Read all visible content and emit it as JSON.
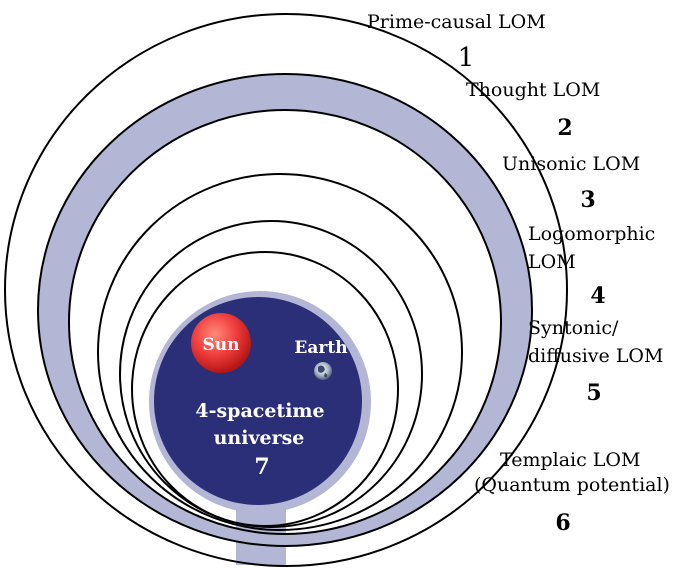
{
  "colors": {
    "background": "#ffffff",
    "band": "#b4b6d6",
    "universe": "#2b2f78",
    "sun_core": "#f25050",
    "sun_edge": "#c81818",
    "ring_stroke": "#000000",
    "text_on_dark": "#ffffff"
  },
  "levels": [
    {
      "name": "Prime-causal LOM",
      "number": "1"
    },
    {
      "name": "Thought LOM",
      "number": "2"
    },
    {
      "name": "Unisonic LOM",
      "number": "3"
    },
    {
      "name": "Logomorphic",
      "name2": "LOM",
      "number": "4"
    },
    {
      "name": "Syntonic/",
      "name2": "diffusive LOM",
      "number": "5"
    },
    {
      "name": "Templaic LOM",
      "name2": "(Quantum potential)",
      "number": "6"
    }
  ],
  "universe": {
    "line1": "4-spacetime",
    "line2": "universe",
    "number": "7",
    "sun": "Sun",
    "earth": "Earth",
    "earth_icon": "earth-globe-icon"
  }
}
